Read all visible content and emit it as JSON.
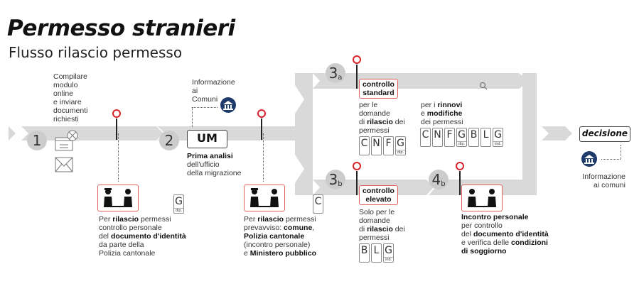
{
  "header": {
    "title": "Permesso stranieri",
    "subtitle": "Flusso rilascio permesso"
  },
  "steps": {
    "s1": {
      "number": "1",
      "text": [
        "Compilare",
        "modulo",
        "online",
        "e inviare",
        "documenti",
        "richiesti"
      ]
    },
    "s2": {
      "number": "2",
      "info": [
        "Informazione",
        "ai",
        "Comuni"
      ],
      "box": "UM",
      "desc_bold": "Prima analisi",
      "desc": [
        "dell'ufficio",
        "della migrazione"
      ]
    },
    "s3a": {
      "number": "3",
      "sub": "a",
      "tag": [
        "controllo",
        "standard"
      ],
      "left": {
        "l1": "per le",
        "l2": "domande",
        "l3a": "di ",
        "l3b": "rilascio",
        "l3c": " dei",
        "l4": "permessi"
      },
      "right": {
        "l1a": "per i ",
        "l1b": "rinnovi",
        "l2a": "e ",
        "l2b": "modifiche",
        "l3": "dei permessi"
      },
      "cards_left": [
        {
          "l": "C"
        },
        {
          "l": "N"
        },
        {
          "l": "F"
        },
        {
          "l": "G",
          "s": "dip."
        }
      ],
      "cards_right": [
        {
          "l": "C"
        },
        {
          "l": "N"
        },
        {
          "l": "F"
        },
        {
          "l": "G",
          "s": "dip."
        },
        {
          "l": "B"
        },
        {
          "l": "L"
        },
        {
          "l": "G",
          "s": "ind."
        }
      ]
    },
    "s3b": {
      "number": "3",
      "sub": "b",
      "tag": [
        "controllo",
        "elevato"
      ],
      "text": {
        "l1": "Solo per le",
        "l2": "domande",
        "l3a": "di ",
        "l3b": "rilascio",
        "l3c": " dei",
        "l4": "permessi"
      },
      "cards": [
        {
          "l": "B"
        },
        {
          "l": "L"
        },
        {
          "l": "G",
          "s": "ind."
        }
      ]
    },
    "s4b": {
      "number": "4",
      "sub": "b",
      "text": {
        "l1": "Incontro personale",
        "l2": "per controllo",
        "l3a": "del ",
        "l3b": "documento d'identità",
        "l4a": "e verifica delle ",
        "l4b": "condizioni",
        "l5": "di soggiorno"
      }
    }
  },
  "checks": {
    "c1": {
      "card": {
        "l": "G",
        "s": "dip."
      },
      "l1a": "Per ",
      "l1b": "rilascio",
      "l1c": " permessi",
      "l2": "controllo personale",
      "l3a": "del ",
      "l3b": "documento d'identità",
      "l4": "da parte della",
      "l5": "Polizia cantonale"
    },
    "c2": {
      "card": {
        "l": "C"
      },
      "l1a": "Per ",
      "l1b": "rilascio",
      "l1c": " permessi",
      "l2a": "prevavviso: ",
      "l2b": "comune",
      "l2c": ",",
      "l3": "Polizia cantonale",
      "l4": "(incontro personale)",
      "l5a": "e ",
      "l5b": "Ministero pubblico"
    }
  },
  "decision": {
    "label": "decisione",
    "info": [
      "Informazione",
      "ai comuni"
    ]
  },
  "colors": {
    "band": "#d9d9d9",
    "pin": "#d8232a",
    "bank": "#1e3a6a"
  }
}
